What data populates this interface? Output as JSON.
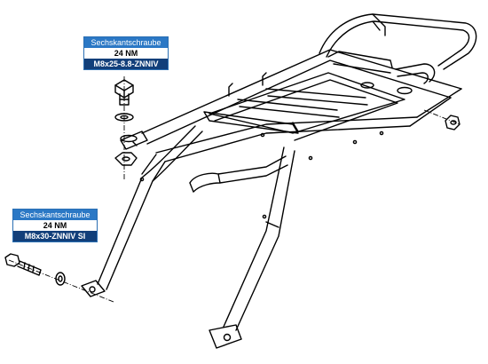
{
  "callouts": {
    "top": {
      "heading": "Sechskantschraube",
      "torque": "24 NM",
      "part": "M8x25-8.8-ZNNIV"
    },
    "left": {
      "heading": "Sechskantschraube",
      "torque": "24 NM",
      "part": "M8x30-ZNNIV SI"
    }
  },
  "colors": {
    "label_header": "#2b78c5",
    "label_part": "#123f7a",
    "line": "#000000"
  }
}
